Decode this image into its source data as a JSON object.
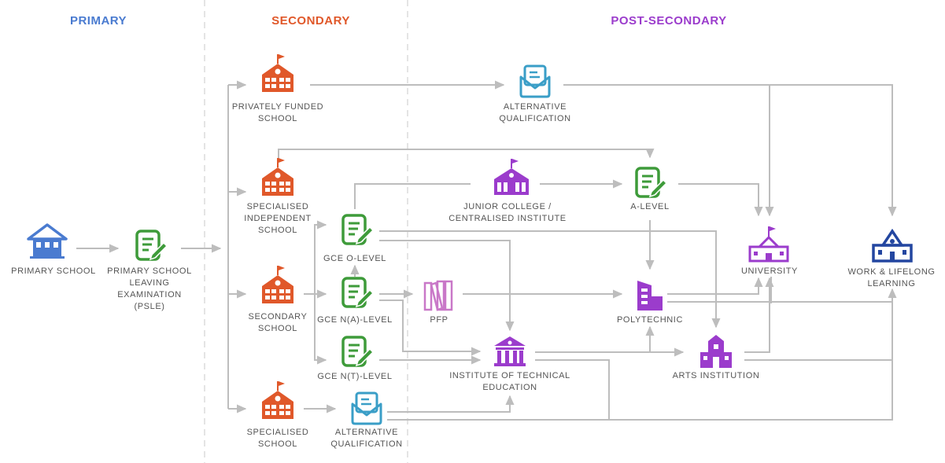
{
  "headers": {
    "primary": "PRIMARY",
    "secondary": "SECONDARY",
    "post_secondary": "POST-SECONDARY"
  },
  "colors": {
    "primary": "#4a7bd0",
    "secondary": "#e0582a",
    "post_secondary": "#9b3ccc",
    "exam": "#3e9b3a",
    "alt_qual": "#3a9ec7",
    "work": "#2346a0",
    "arrow": "#bdbdbd"
  },
  "nodes": {
    "primary_school": "PRIMARY SCHOOL",
    "psle": "PRIMARY SCHOOL\nLEAVING\nEXAMINATION\n(PSLE)",
    "privately_funded": "PRIVATELY FUNDED\nSCHOOL",
    "specialised_independent": "SPECIALISED\nINDEPENDENT\nSCHOOL",
    "secondary_school": "SECONDARY\nSCHOOL",
    "specialised_school": "SPECIALISED\nSCHOOL",
    "gce_o": "GCE O-LEVEL",
    "gce_na": "GCE N(A)-LEVEL",
    "gce_nt": "GCE N(T)-LEVEL",
    "alt_qual_top": "ALTERNATIVE\nQUALIFICATION",
    "alt_qual_bottom": "ALTERNATIVE\nQUALIFICATION",
    "junior_college": "JUNIOR COLLEGE /\nCENTRALISED INSTITUTE",
    "pfp": "PFP",
    "ite": "INSTITUTE OF TECHNICAL\nEDUCATION",
    "a_level": "A-LEVEL",
    "polytechnic": "POLYTECHNIC",
    "arts_institution": "ARTS INSTITUTION",
    "university": "UNIVERSITY",
    "work": "WORK & LIFELONG\nLEARNING"
  },
  "icons": {
    "primary_school": "house-school-icon",
    "exam": "exam-paper-pencil-icon",
    "school": "school-building-icon",
    "alt_qual": "envelope-certificate-icon",
    "junior_college": "college-building-icon",
    "pfp": "books-icon",
    "ite": "institute-columns-icon",
    "polytechnic": "office-building-icon",
    "arts": "arts-building-icon",
    "university": "university-building-icon",
    "work": "work-building-icon"
  }
}
